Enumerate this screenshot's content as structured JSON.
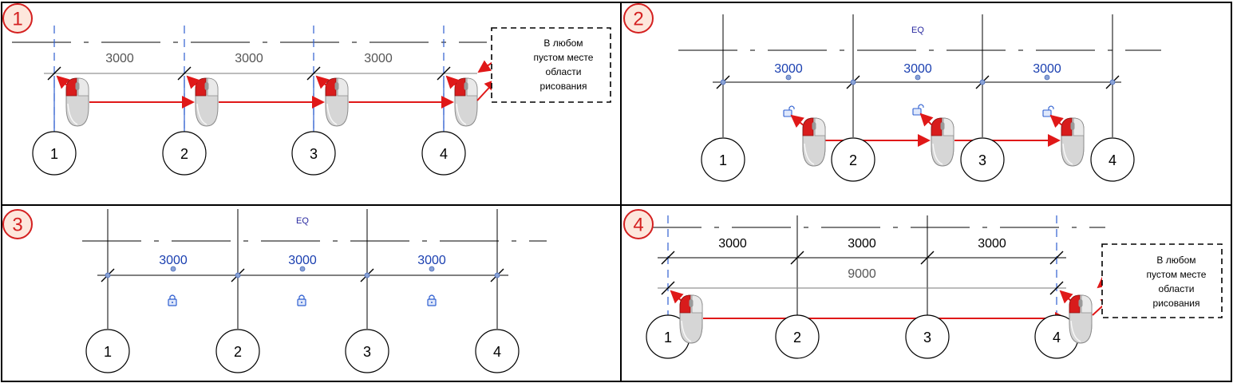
{
  "panels": [
    {
      "number": "1",
      "dims": [
        "3000",
        "3000",
        "3000"
      ],
      "bubbles": [
        "1",
        "2",
        "3",
        "4"
      ],
      "note": [
        "В любом",
        "пустом месте",
        "области",
        "рисования"
      ]
    },
    {
      "number": "2",
      "eq": "EQ",
      "dims": [
        "3000",
        "3000",
        "3000"
      ],
      "bubbles": [
        "1",
        "2",
        "3",
        "4"
      ]
    },
    {
      "number": "3",
      "eq": "EQ",
      "dims": [
        "3000",
        "3000",
        "3000"
      ],
      "bubbles": [
        "1",
        "2",
        "3",
        "4"
      ]
    },
    {
      "number": "4",
      "dims": [
        "3000",
        "3000",
        "3000"
      ],
      "total": "9000",
      "bubbles": [
        "1",
        "2",
        "3",
        "4"
      ],
      "note": [
        "В любом",
        "пустом месте",
        "области",
        "рисования"
      ]
    }
  ],
  "colors": {
    "accent_red": "#e01818",
    "dim_blue": "#1a3fb0",
    "grid_blue": "#2f5fd0"
  },
  "icons": [
    "mouse-click-icon",
    "lock-icon",
    "padlock-icon"
  ]
}
